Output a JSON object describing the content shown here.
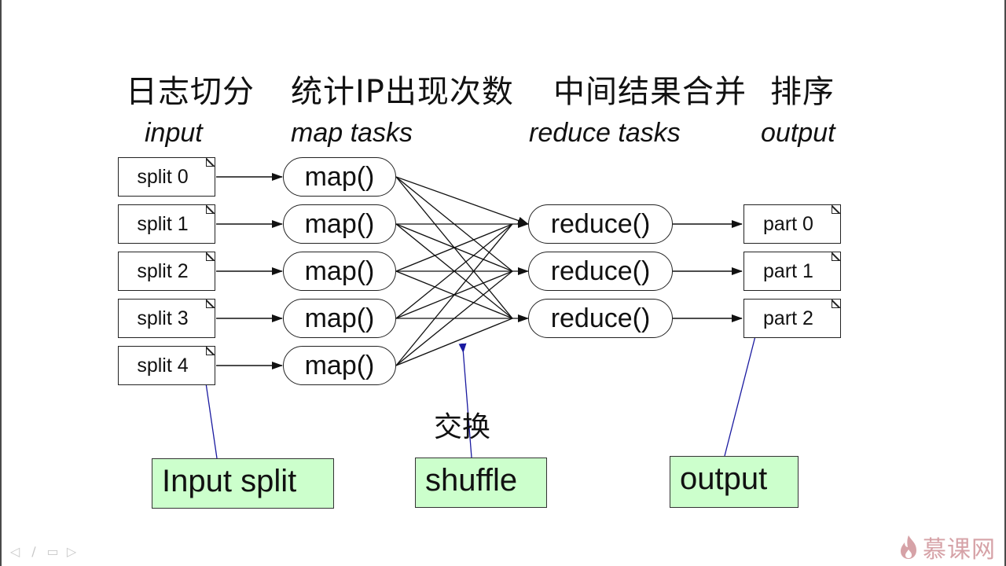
{
  "headings_cn": {
    "split": "日志切分",
    "count": "统计IP出现次数",
    "merge": "中间结果合并",
    "sort": "排序"
  },
  "columns": {
    "input": "input",
    "map": "map tasks",
    "reduce": "reduce tasks",
    "output": "output"
  },
  "splits": [
    "split 0",
    "split 1",
    "split 2",
    "split 3",
    "split 4"
  ],
  "map_label": "map()",
  "reduce_label": "reduce()",
  "parts": [
    "part 0",
    "part 1",
    "part 2"
  ],
  "shuffle_cn": "交换",
  "callouts": {
    "input_split": "Input split",
    "shuffle": "shuffle",
    "output": "output"
  },
  "callout_color": "#ccffcc",
  "pointer_color": "#1a1aa0",
  "brand": {
    "text": "慕课网",
    "color": "#c9848a"
  },
  "nav_icons": [
    "prev-icon",
    "pen-icon",
    "menu-icon",
    "next-icon"
  ]
}
